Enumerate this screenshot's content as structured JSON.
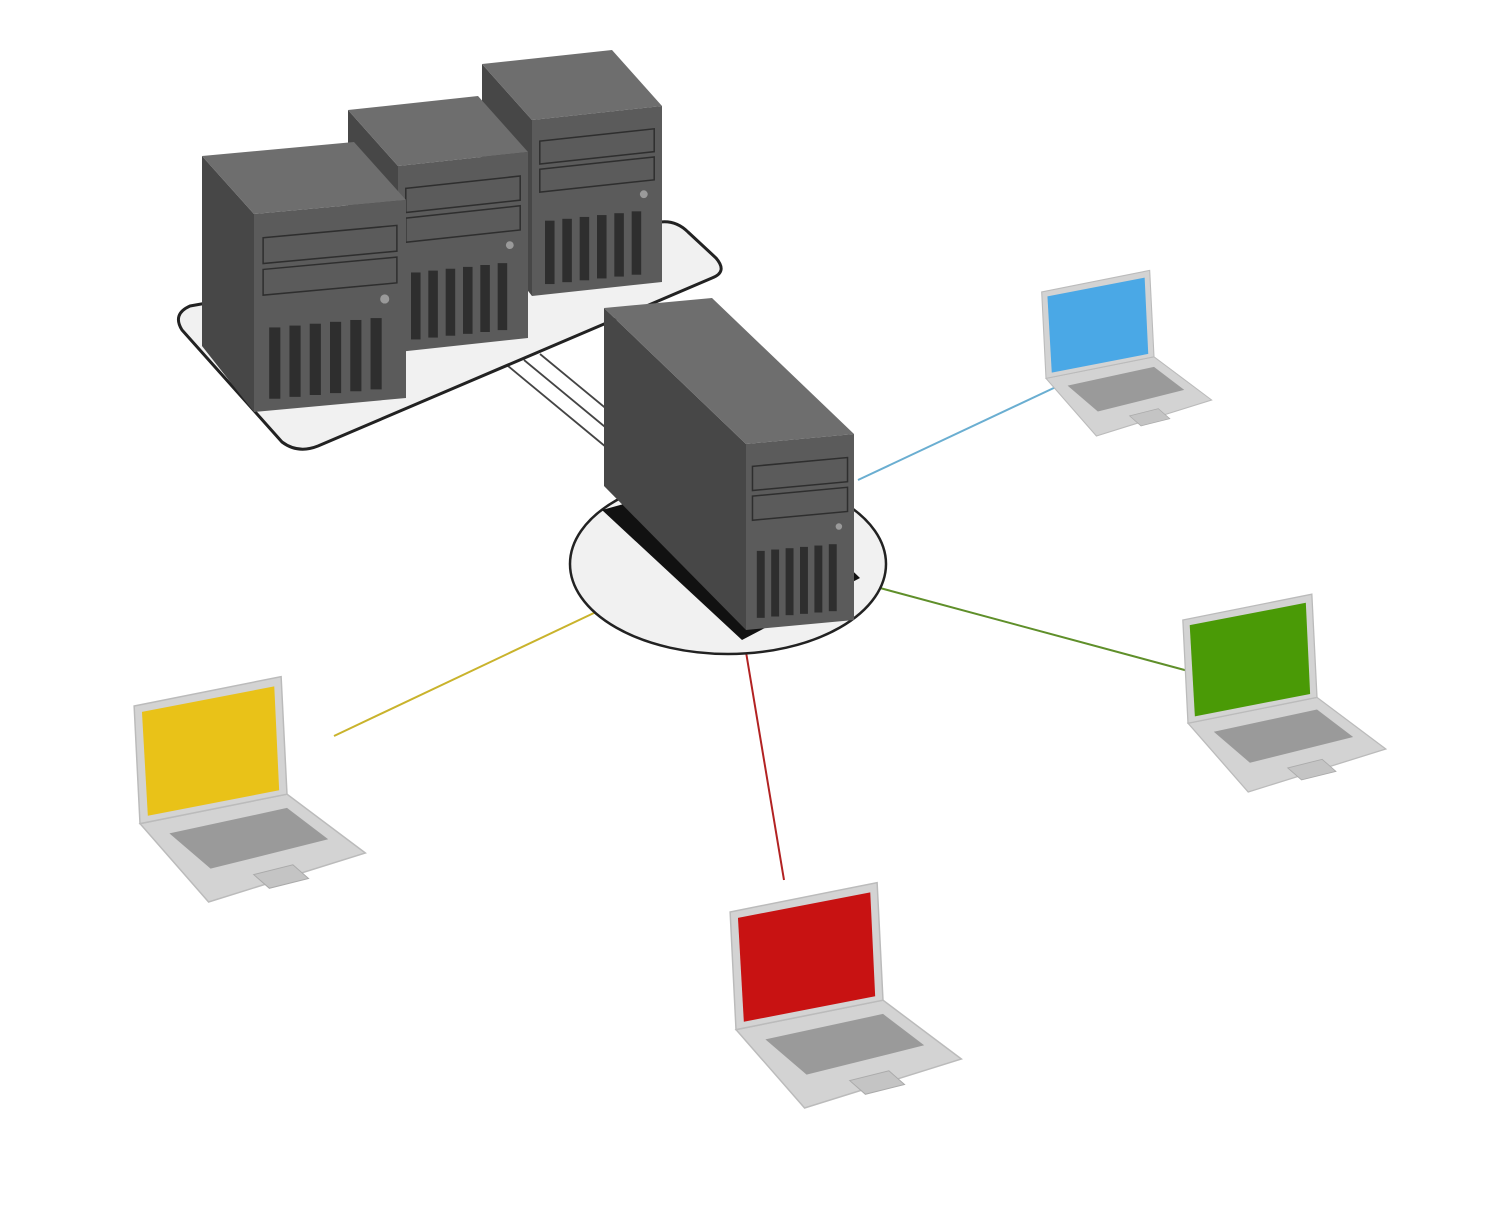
{
  "colors": {
    "background": "#ffffff",
    "server_body": "#5b5b5b",
    "server_top": "#6e6e6e",
    "server_side": "#474747",
    "server_vent": "#2e2e2e",
    "platform_fill": "#f1f1f1",
    "platform_stroke": "#222222",
    "laptop_body": "#d3d3d3",
    "laptop_keys": "#9a9a9a"
  },
  "server_cluster": {
    "icon": "server-tower-icon",
    "server_count": 3
  },
  "central_server": {
    "icon": "server-tower-icon"
  },
  "laptops": [
    {
      "id": "blue",
      "icon": "laptop-icon",
      "screen_color": "#4aa8e6",
      "cable_color": "#6aaed1"
    },
    {
      "id": "green",
      "icon": "laptop-icon",
      "screen_color": "#4a9a06",
      "cable_color": "#5f8f2a"
    },
    {
      "id": "red",
      "icon": "laptop-icon",
      "screen_color": "#c81212",
      "cable_color": "#b22222"
    },
    {
      "id": "yellow",
      "icon": "laptop-icon",
      "screen_color": "#e9c218",
      "cable_color": "#c9b32c"
    }
  ],
  "links": [
    {
      "from": "server-cluster",
      "to": "central-server",
      "cable_color": "#444444",
      "cable_count": 3
    },
    {
      "from": "central-server",
      "to": "blue"
    },
    {
      "from": "central-server",
      "to": "green"
    },
    {
      "from": "central-server",
      "to": "red"
    },
    {
      "from": "central-server",
      "to": "yellow"
    }
  ]
}
